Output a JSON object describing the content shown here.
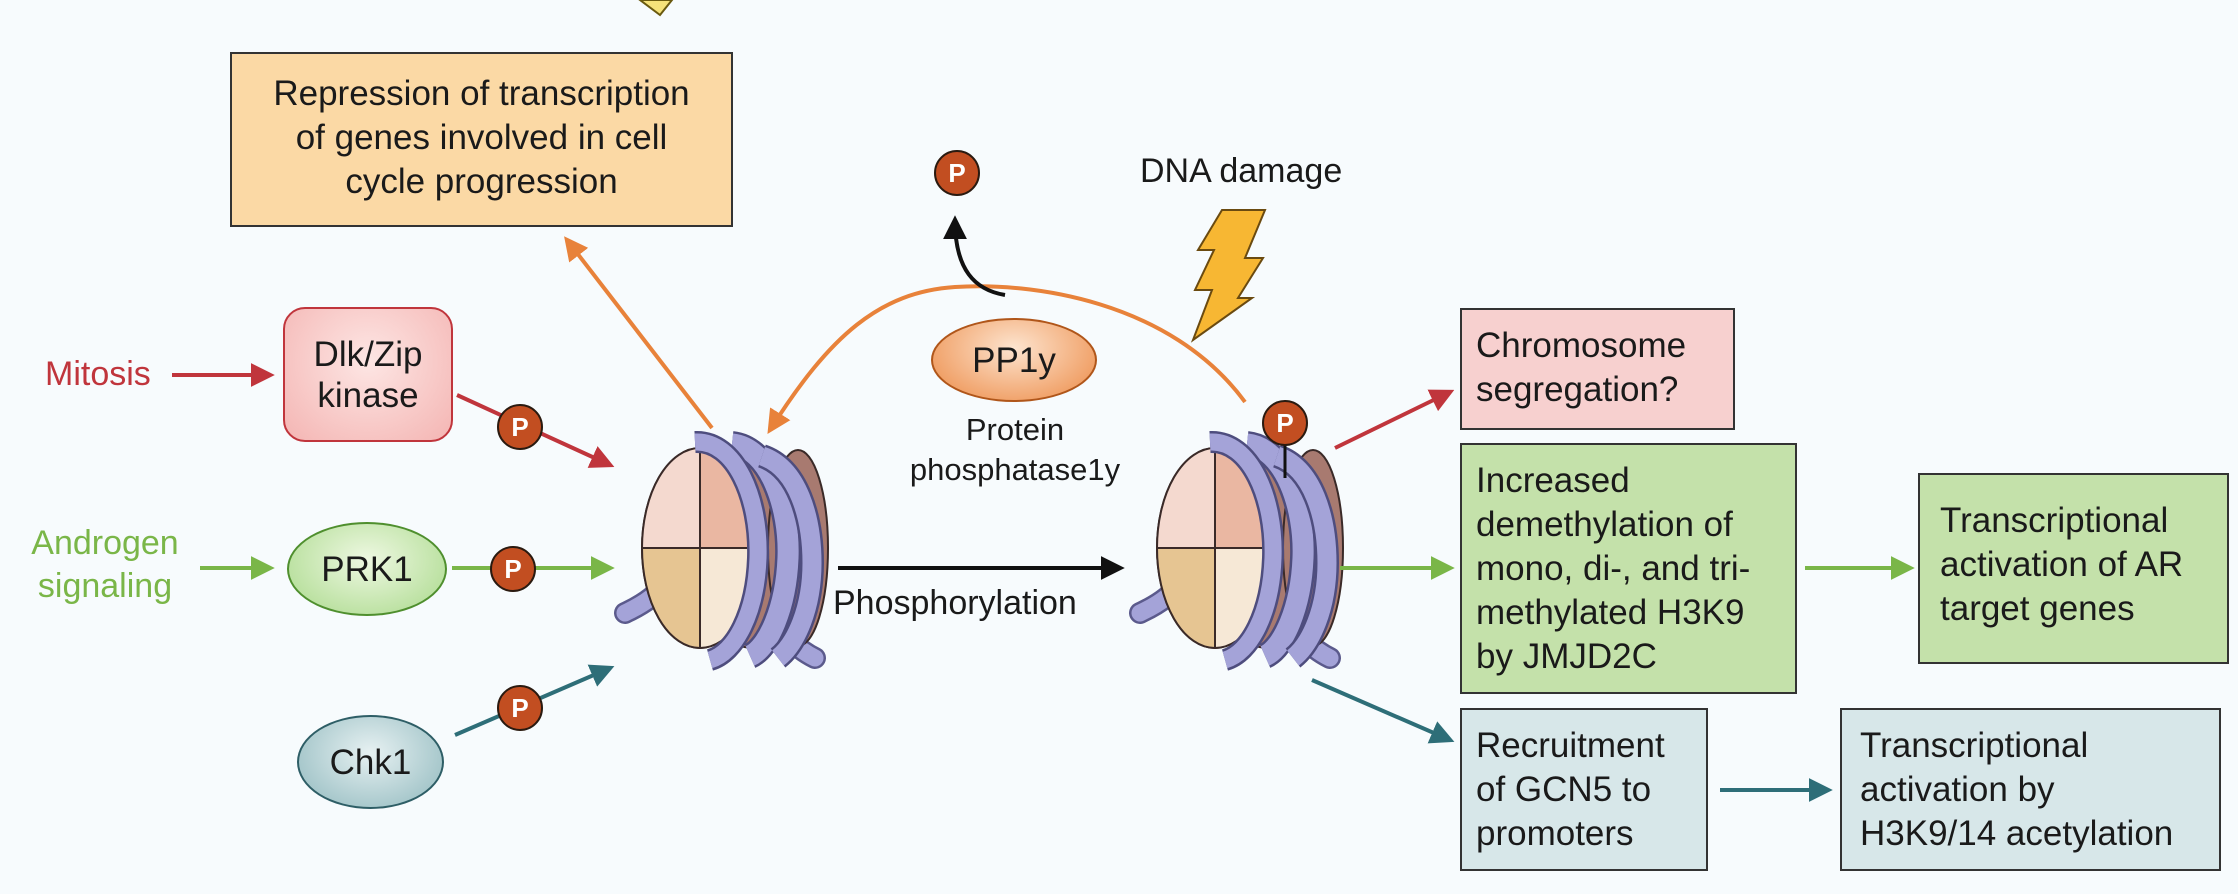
{
  "colors": {
    "red": "#c0353c",
    "orange": "#e8823a",
    "green": "#7ab648",
    "teal": "#2e6e78",
    "black": "#111111",
    "box_orange_fill": "#fbd9a5",
    "box_pink_fill": "#f7d0cf",
    "box_green_fill": "#c4e1aa",
    "box_teal_fill": "#d7e7e9"
  },
  "inputs": {
    "mitosis": "Mitosis",
    "androgen": "Androgen\nsignaling"
  },
  "kinases": {
    "dlk": "Dlk/Zip\nkinase",
    "prk1": "PRK1",
    "chk1": "Chk1"
  },
  "phosphatase": {
    "name": "PP1y",
    "full_name": "Protein\nphosphatase1y"
  },
  "dna_damage": "DNA damage",
  "phosphorylation_label": "Phosphorylation",
  "phospho_badge": "P",
  "outcomes": {
    "repression": "Repression of transcription\nof genes involved in cell\ncycle progression",
    "chromosome": "Chromosome\nsegregation?",
    "demethylation": "Increased\ndemethylation of\nmono, di-, and tri-\nmethylated H3K9\nby JMJD2C",
    "ar_activation": "Transcriptional\nactivation of AR\ntarget genes",
    "gcn5": "Recruitment\nof GCN5 to\npromoters",
    "acetylation": "Transcriptional\nactivation by\nH3K9/14 acetylation"
  }
}
